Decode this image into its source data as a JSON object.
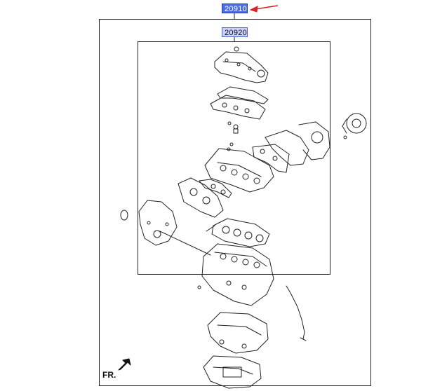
{
  "callouts": {
    "main_part": "20910",
    "sub_part": "20920"
  },
  "orientation_label": "FR.",
  "colors": {
    "arrow": "#d9232a",
    "main_highlight": "#4f6fe0",
    "sub_highlight": "#c9d3fb",
    "line_art": "#222222"
  }
}
